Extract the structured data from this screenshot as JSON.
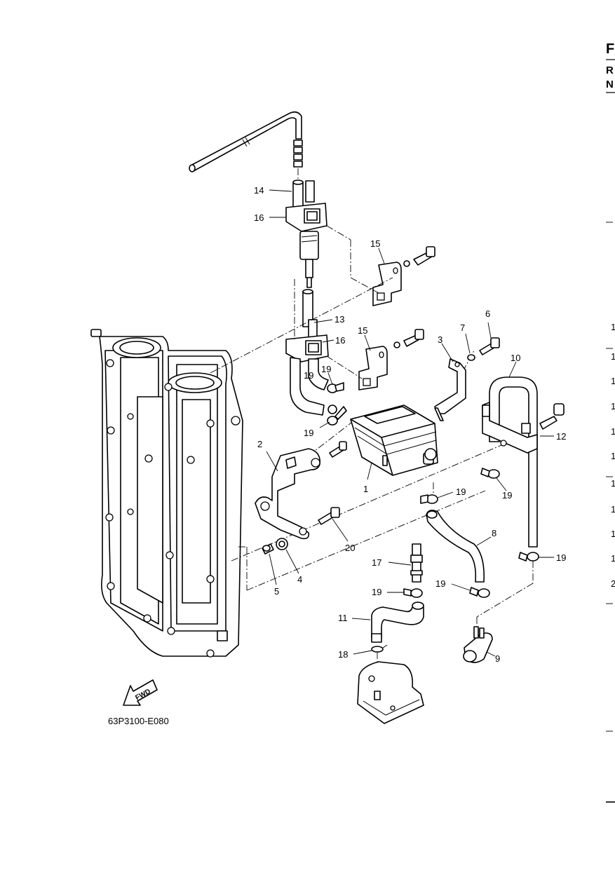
{
  "page": {
    "header": {
      "letter_1": "F",
      "letter_2": "R",
      "letter_3": "N"
    },
    "diagram_code": "63P3100-E080",
    "fwd_label": "FWD",
    "callouts": [
      {
        "id": "c1",
        "text": "1"
      },
      {
        "id": "c2",
        "text": "2"
      },
      {
        "id": "c3",
        "text": "3"
      },
      {
        "id": "c4",
        "text": "4"
      },
      {
        "id": "c5",
        "text": "5"
      },
      {
        "id": "c6",
        "text": "6"
      },
      {
        "id": "c7",
        "text": "7"
      },
      {
        "id": "c8",
        "text": "8"
      },
      {
        "id": "c9",
        "text": "9"
      },
      {
        "id": "c10",
        "text": "10"
      },
      {
        "id": "c11",
        "text": "11"
      },
      {
        "id": "c12",
        "text": "12"
      },
      {
        "id": "c13",
        "text": "13"
      },
      {
        "id": "c14",
        "text": "14"
      },
      {
        "id": "c15a",
        "text": "15"
      },
      {
        "id": "c15b",
        "text": "15"
      },
      {
        "id": "c16a",
        "text": "16"
      },
      {
        "id": "c16b",
        "text": "16"
      },
      {
        "id": "c17",
        "text": "17"
      },
      {
        "id": "c18",
        "text": "18"
      },
      {
        "id": "c19a",
        "text": "19"
      },
      {
        "id": "c19b",
        "text": "19"
      },
      {
        "id": "c19c",
        "text": "19"
      },
      {
        "id": "c19d",
        "text": "19"
      },
      {
        "id": "c19e",
        "text": "19"
      },
      {
        "id": "c19f",
        "text": "19"
      },
      {
        "id": "c19g",
        "text": "19"
      },
      {
        "id": "c19h",
        "text": "19"
      },
      {
        "id": "c20",
        "text": "20"
      }
    ],
    "right_margin_numbers": [
      "1",
      "1",
      "1",
      "1",
      "1",
      "1",
      "1",
      "1",
      "1",
      "1",
      "2"
    ]
  }
}
